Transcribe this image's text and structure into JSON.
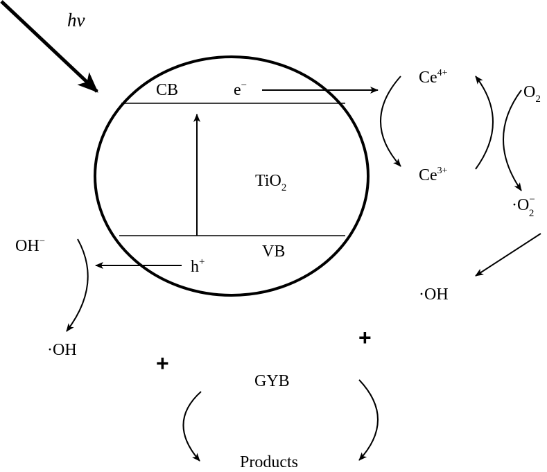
{
  "light": {
    "text": "hv"
  },
  "particle": {
    "cb": "CB",
    "vb": "VB",
    "semiconductor": {
      "main": "TiO",
      "sub": "2"
    },
    "electron": {
      "main": "e",
      "sup": "−"
    },
    "hole": {
      "main": "h",
      "sup": "+"
    }
  },
  "ce_cycle": {
    "ce4": {
      "main": "Ce",
      "sup": "4+"
    },
    "ce3": {
      "main": "Ce",
      "sup": "3+"
    },
    "o2": {
      "main": "O",
      "sub": "2"
    },
    "superoxide": {
      "dot": "·",
      "main": "O",
      "sub": "2",
      "sup": "−"
    },
    "hydroxyl_right": "·OH"
  },
  "left_side": {
    "hydroxide": {
      "main": "OH",
      "sup": "−"
    },
    "hydroxyl_left": "·OH"
  },
  "degradation": {
    "plus_left": "+",
    "plus_right": "+",
    "dye": "GYB",
    "products": "Products"
  }
}
